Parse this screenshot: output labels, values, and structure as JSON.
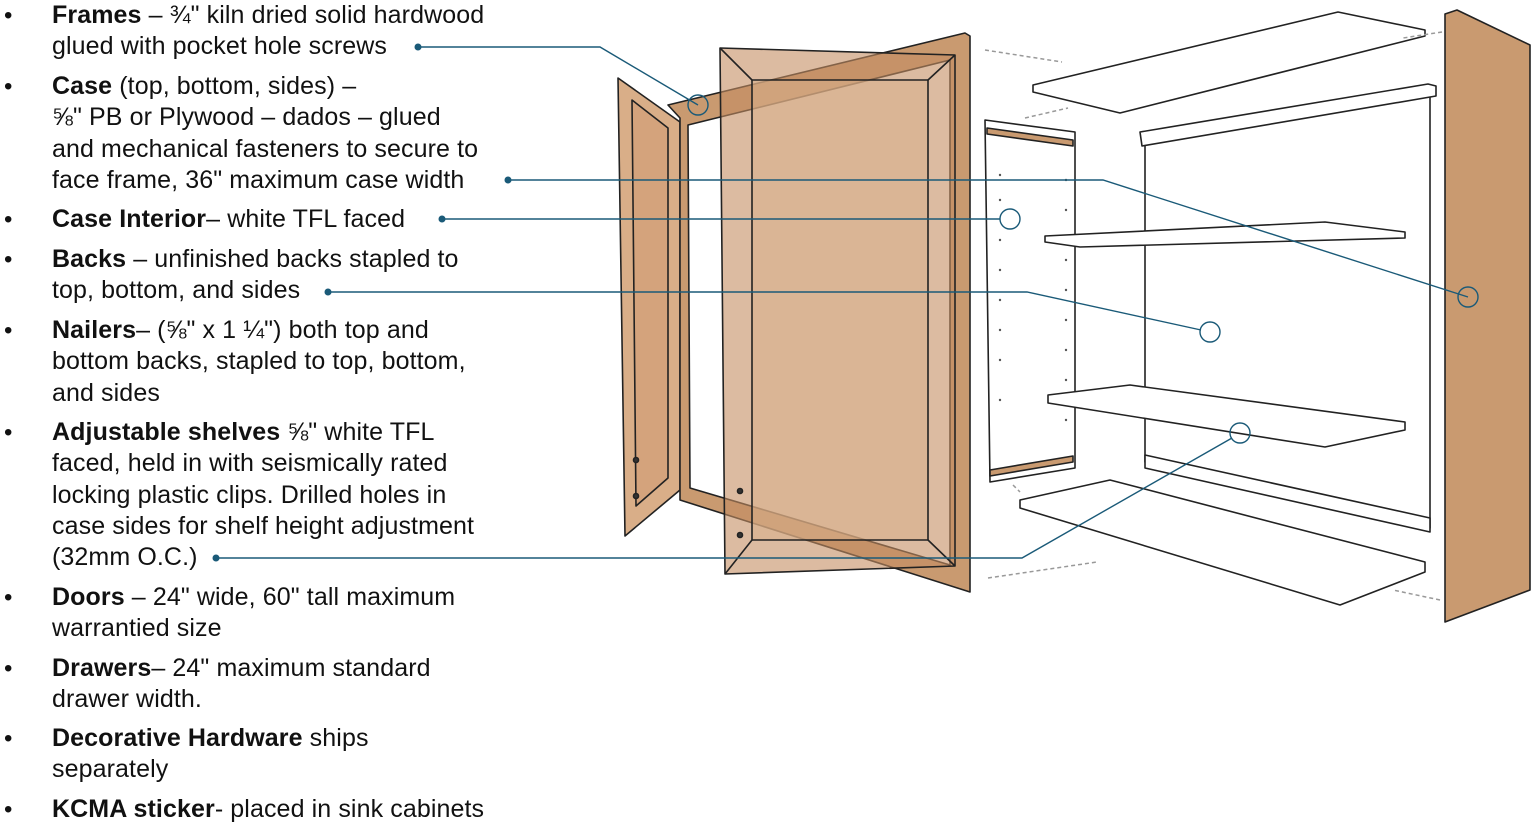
{
  "colors": {
    "callout": "#1a5a78",
    "wood": "#c99a70",
    "wood_light": "#d9b08c",
    "outline": "#222222"
  },
  "items": [
    {
      "bold": "Frames",
      "lines": [
        " – ¾\" kiln dried solid hardwood",
        "glued with pocket hole screws"
      ]
    },
    {
      "bold": "Case",
      "lines": " (top, bottom, sides) –|⅝\" PB or Plywood – dados – glued|and mechanical fasteners to secure to|face frame, 36\" maximum case width"
    },
    {
      "bold": "Case Interior",
      "lines": [
        "– white TFL faced"
      ]
    },
    {
      "bold": "Backs",
      "lines": [
        " – unfinished backs stapled to",
        "top, bottom, and sides"
      ]
    },
    {
      "bold": "Nailers",
      "lines": [
        "– (⅝\" x 1 ¼\") both top and",
        "bottom backs, stapled to top, bottom,",
        "and sides"
      ]
    },
    {
      "bold": "Adjustable shelves",
      "lines": [
        " ⅝\" white TFL",
        "faced, held in with seismically rated",
        "locking plastic clips. Drilled holes in",
        "case sides for shelf height adjustment",
        "(32mm O.C.)"
      ]
    },
    {
      "bold": "Doors",
      "lines": [
        " – 24\" wide, 60\" tall maximum",
        "warrantied size"
      ]
    },
    {
      "bold": "Drawers",
      "lines": [
        "– 24\" maximum standard",
        "drawer width."
      ]
    },
    {
      "bold": "Decorative Hardware",
      "lines": [
        " ships",
        "separately"
      ]
    },
    {
      "bold": "KCMA sticker",
      "lines": [
        "- placed in sink cabinets"
      ]
    }
  ],
  "bullet": "•"
}
